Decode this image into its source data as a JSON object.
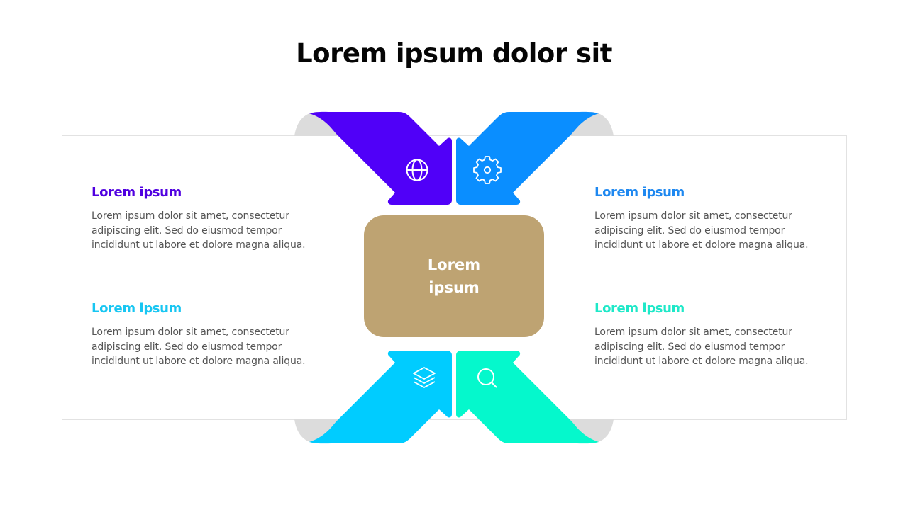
{
  "title": "Lorem ipsum dolor sit",
  "center": {
    "line1": "Lorem",
    "line2": "ipsum",
    "color": "#BEA372"
  },
  "arrows": [
    {
      "position": "top-left",
      "color": "#5000F8",
      "icon": "globe-icon"
    },
    {
      "position": "top-right",
      "color": "#0A8EFF",
      "icon": "gear-icon"
    },
    {
      "position": "bottom-left",
      "color": "#00CCFF",
      "icon": "layers-icon"
    },
    {
      "position": "bottom-right",
      "color": "#05F8CC",
      "icon": "search-icon"
    }
  ],
  "blocks": [
    {
      "position": "top-left",
      "heading": "Lorem ipsum",
      "heading_color": "#5000E0",
      "body": "Lorem ipsum dolor sit amet, consectetur adipiscing  elit. Sed do eiusmod tempor incididunt  ut labore et dolore  magna aliqua."
    },
    {
      "position": "top-right",
      "heading": "Lorem ipsum",
      "heading_color": "#1E88F0",
      "body": "Lorem ipsum dolor sit amet, consectetur adipiscing  elit. Sed do eiusmod tempor incididunt  ut labore et dolore  magna aliqua."
    },
    {
      "position": "bottom-left",
      "heading": "Lorem ipsum",
      "heading_color": "#18C6F2",
      "body": "Lorem ipsum dolor sit amet, consectetur adipiscing  elit. Sed do eiusmod tempor incididunt  ut labore et dolore  magna aliqua."
    },
    {
      "position": "bottom-right",
      "heading": "Lorem ipsum",
      "heading_color": "#1EE8C8",
      "body": "Lorem ipsum dolor sit amet, consectetur adipiscing  elit. Sed do eiusmod tempor incididunt  ut labore et dolore  magna aliqua."
    }
  ]
}
